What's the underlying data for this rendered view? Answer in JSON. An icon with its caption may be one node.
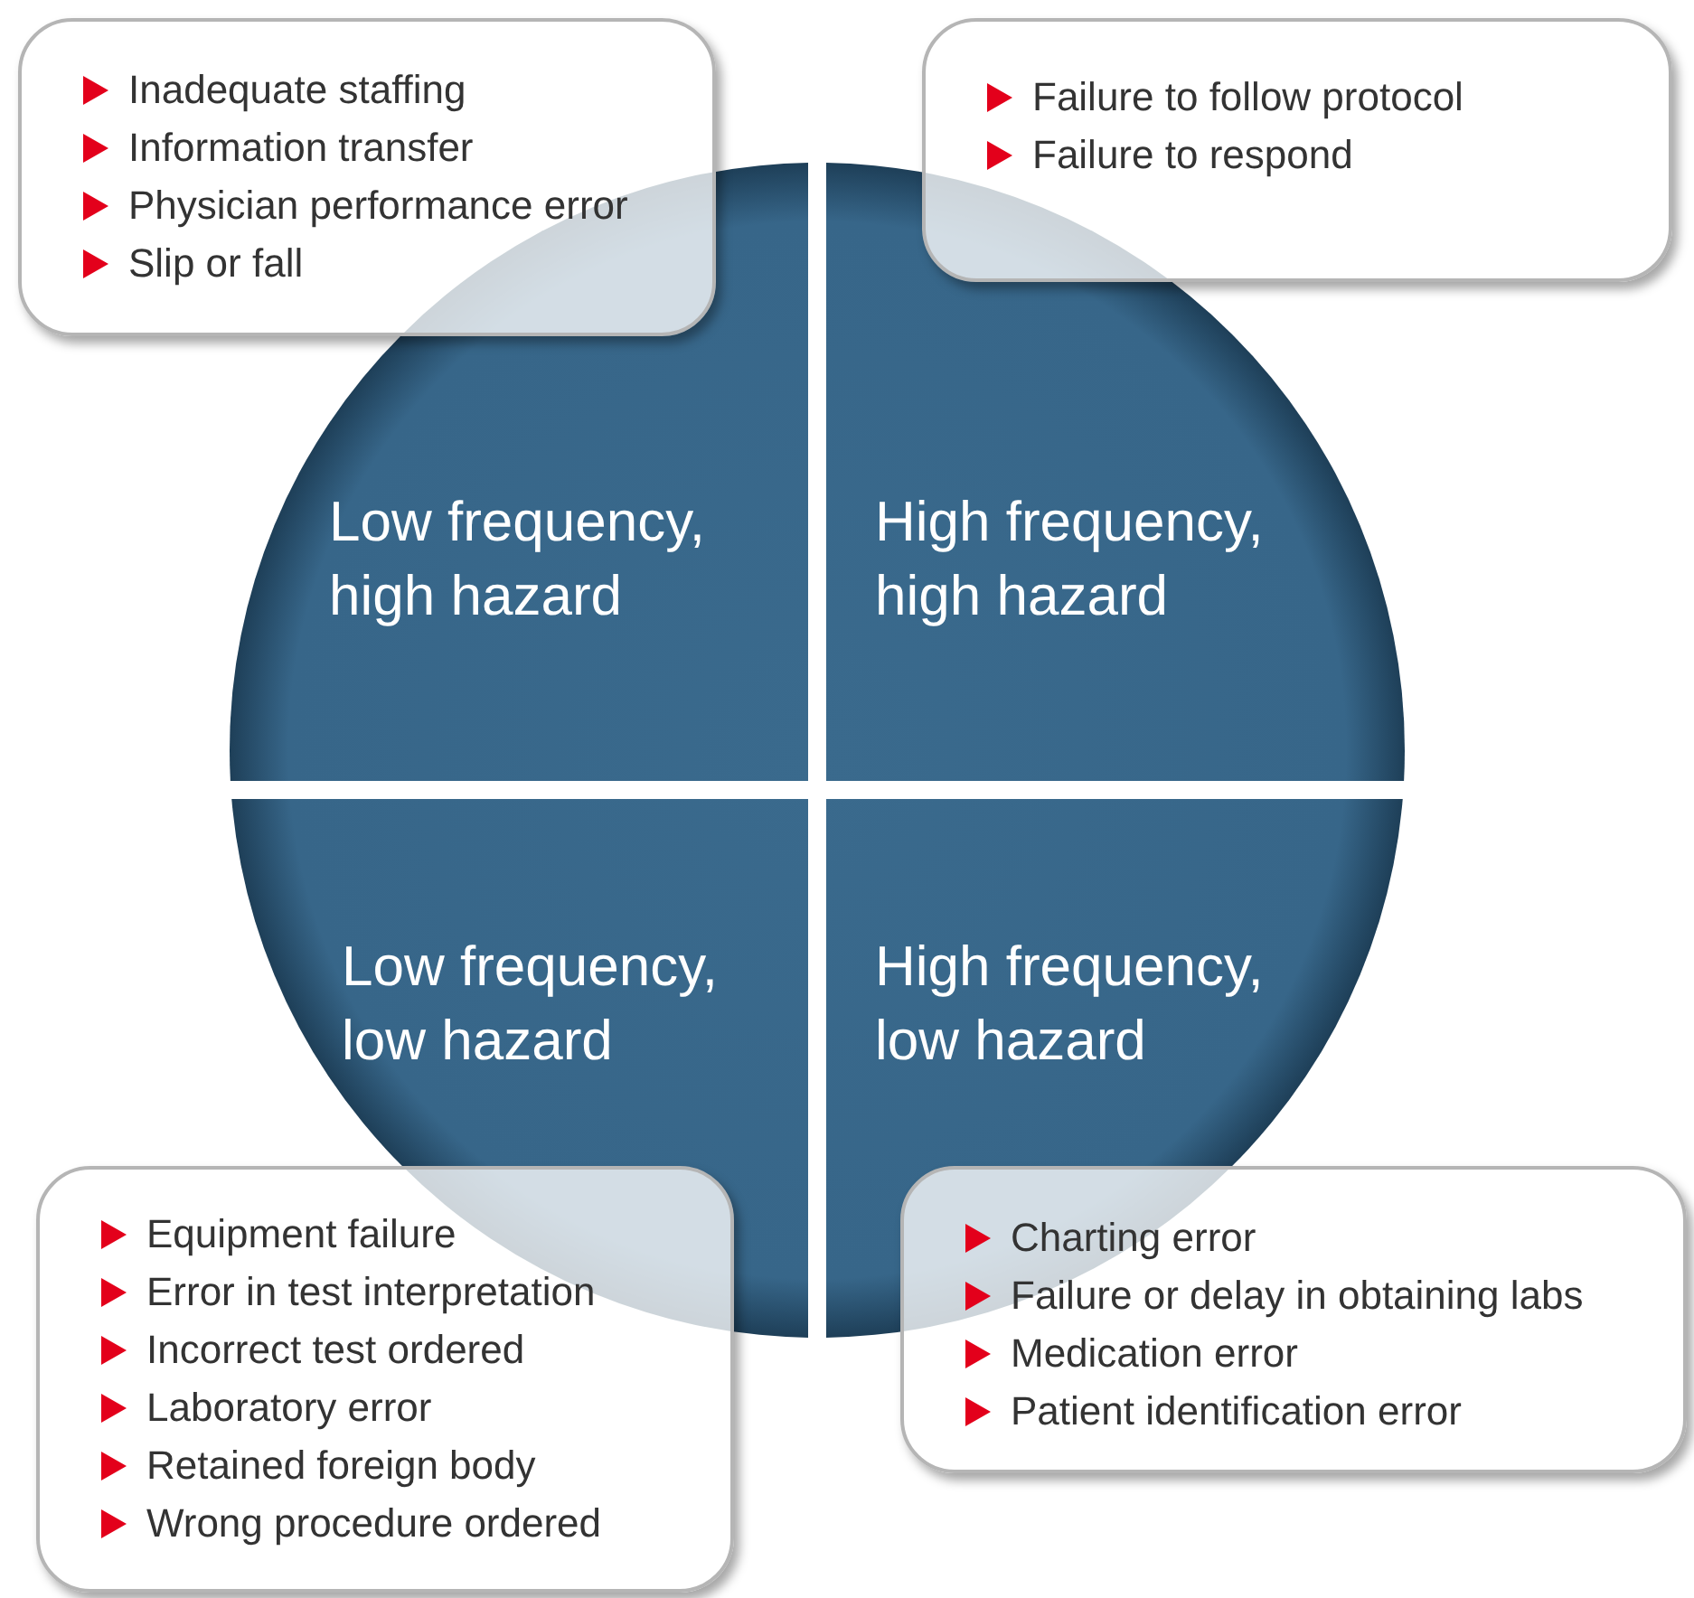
{
  "diagram": {
    "nodes": [
      {
        "text": [
          "Inadequate staffing",
          "Information transfer",
          "Physician performance error",
          "Slip or fall"
        ]
      },
      {
        "text": [
          "Failure to follow protocol",
          "Failure to respond"
        ]
      },
      {
        "text": [
          "Low frequency, high hazard"
        ]
      },
      {
        "text": [
          "High frequency, high hazard"
        ]
      },
      {
        "text": [
          "Low frequency, low hazard"
        ]
      },
      {
        "text": [
          "High frequency, low hazard"
        ]
      },
      {
        "text": [
          "Equipment failure",
          "Error in test interpretation",
          "Incorrect test ordered",
          "Laboratory error",
          "Retained foreign body",
          "Wrong procedure ordered"
        ]
      },
      {
        "text": [
          "Charting error",
          "Failure or delay in obtaining labs",
          "Medication error",
          "Patient identification error"
        ]
      }
    ]
  }
}
